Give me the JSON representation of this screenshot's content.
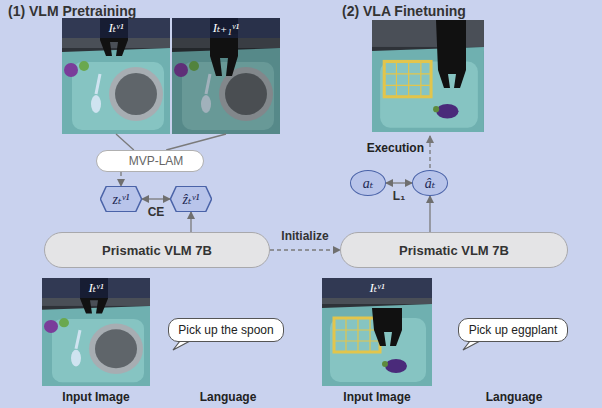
{
  "diagram": {
    "nodes": [
      {
        "text": [
          "Iₜᵛ¹"
        ]
      },
      {
        "text": [
          "Iₜ₊₁ᵛ¹"
        ]
      },
      {
        "text": [
          "MVP-LAM"
        ]
      },
      {
        "text": [
          "zₜᵛ¹"
        ]
      },
      {
        "text": [
          "ẑₜᵛ¹"
        ]
      },
      {
        "text": [
          "Prismatic VLM 7B"
        ]
      },
      {
        "text": [
          "Iₜᵛ¹"
        ]
      },
      {
        "text": [
          "Pick up the spoon"
        ]
      },
      {
        "text": [
          "aₜ"
        ]
      },
      {
        "text": [
          "âₜ"
        ]
      },
      {
        "text": [
          "Prismatic VLM 7B"
        ]
      },
      {
        "text": [
          "Iₜᵛ¹"
        ]
      },
      {
        "text": [
          "Pick up eggplant"
        ]
      }
    ],
    "edges": [
      {
        "from": 0,
        "to": 2,
        "arrow": "none"
      },
      {
        "from": 1,
        "to": 2,
        "arrow": "none"
      },
      {
        "from": 2,
        "to": 3,
        "arrow": "to"
      },
      {
        "from": 3,
        "to": 4,
        "arrow": "both",
        "label": "CE"
      },
      {
        "from": 5,
        "to": 4,
        "arrow": "to"
      },
      {
        "from": 5,
        "to": 10,
        "arrow": "to",
        "label": "Initialize"
      },
      {
        "from": 8,
        "to": 9,
        "arrow": "both",
        "label": "L₁"
      },
      {
        "from": 10,
        "to": 9,
        "arrow": "to"
      }
    ],
    "labels": [
      "(1) VLM Pretraining",
      "(2) VLA Finetuning",
      "Execution",
      "Input Image",
      "Language",
      "Input Image",
      "Language"
    ]
  }
}
